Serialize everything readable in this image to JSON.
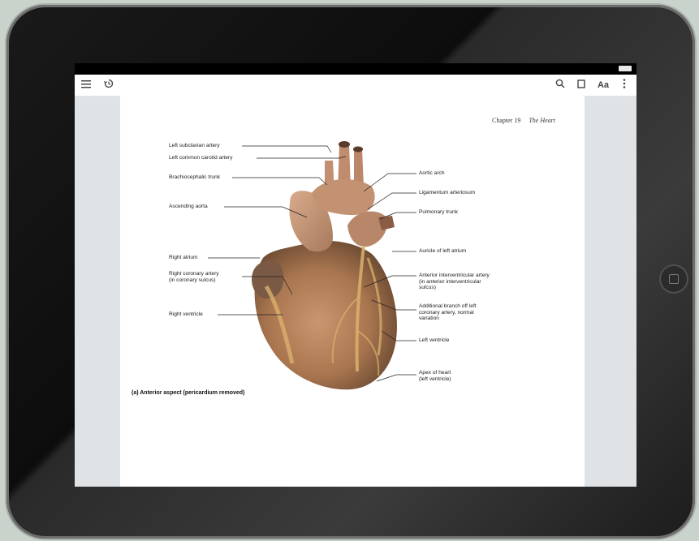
{
  "reader": {
    "toolbar": {
      "menu_icon": "hamburger-menu-icon",
      "history_icon": "history-icon",
      "search_icon": "search-icon",
      "bookmark_icon": "bookmark-icon",
      "font_size_label": "Aa",
      "more_icon": "more-vertical-icon"
    }
  },
  "page": {
    "chapter_number": "Chapter 19",
    "chapter_title": "The Heart",
    "caption": "(a) Anterior aspect (pericardium removed)"
  },
  "labels_left": [
    "Left subclavian artery",
    "Left common carotid artery",
    "Brachiocephalic trunk",
    "Ascending aorta",
    "Right atrium",
    "Right coronary artery\n(in coronary sulcus)",
    "Right ventricle"
  ],
  "labels_right": [
    "Aortic arch",
    "Ligamentum arteriosum",
    "Pulmonary trunk",
    "Auricle of left atrium",
    "Anterior interventricular artery\n(in anterior interventricular\nsulcus)",
    "Additional branch off left\ncoronary artery, normal\nvariation",
    "Left ventricle",
    "Apex of heart\n(left ventricle)"
  ],
  "colors": {
    "heart_tissue": "#b98a6a",
    "vessels": "#c9987a",
    "fat": "#d9b06c",
    "bezel": "#111111"
  }
}
